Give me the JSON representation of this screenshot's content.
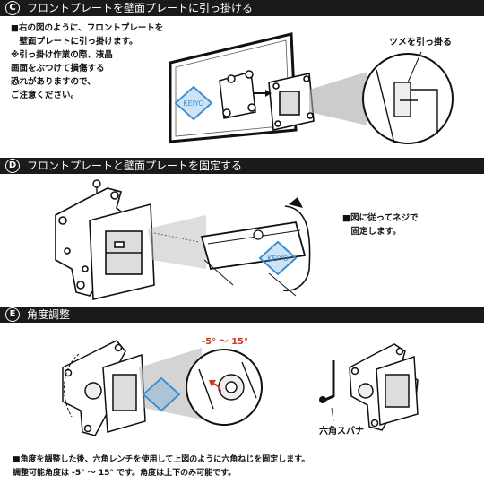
{
  "section_c": {
    "letter": "C",
    "title": "フロントプレートを壁面プレートに引っ掛ける",
    "body": [
      "■右の図のように、フロントプレートを",
      "　壁面プレートに引っ掛けます。",
      "※引っ掛け作業の際、液晶",
      "画面をぶつけて損傷する",
      "恐れがありますので、",
      "ご注意ください。"
    ],
    "callout": "ツメを引っ掛る",
    "watermark": "KEIYO"
  },
  "section_d": {
    "letter": "D",
    "title": "フロントプレートと壁面プレートを固定する",
    "body": [
      "■図に従ってネジで",
      "　固定します。"
    ],
    "watermark": "KEIYO"
  },
  "section_e": {
    "letter": "E",
    "title": "角度調整",
    "angle_label": "-5° ～ 15°",
    "tool_label": "六角スパナ",
    "body": [
      "■角度を調整した後、六角レンチを使用して上図のように六角ねじを固定します。",
      "調整可能角度は -5° ～ 15° です。角度は上下のみ可能です。"
    ]
  },
  "colors": {
    "bar": "#1a1a1a",
    "accent_red": "#d23a1a",
    "watermark": "#3b8fd6"
  }
}
